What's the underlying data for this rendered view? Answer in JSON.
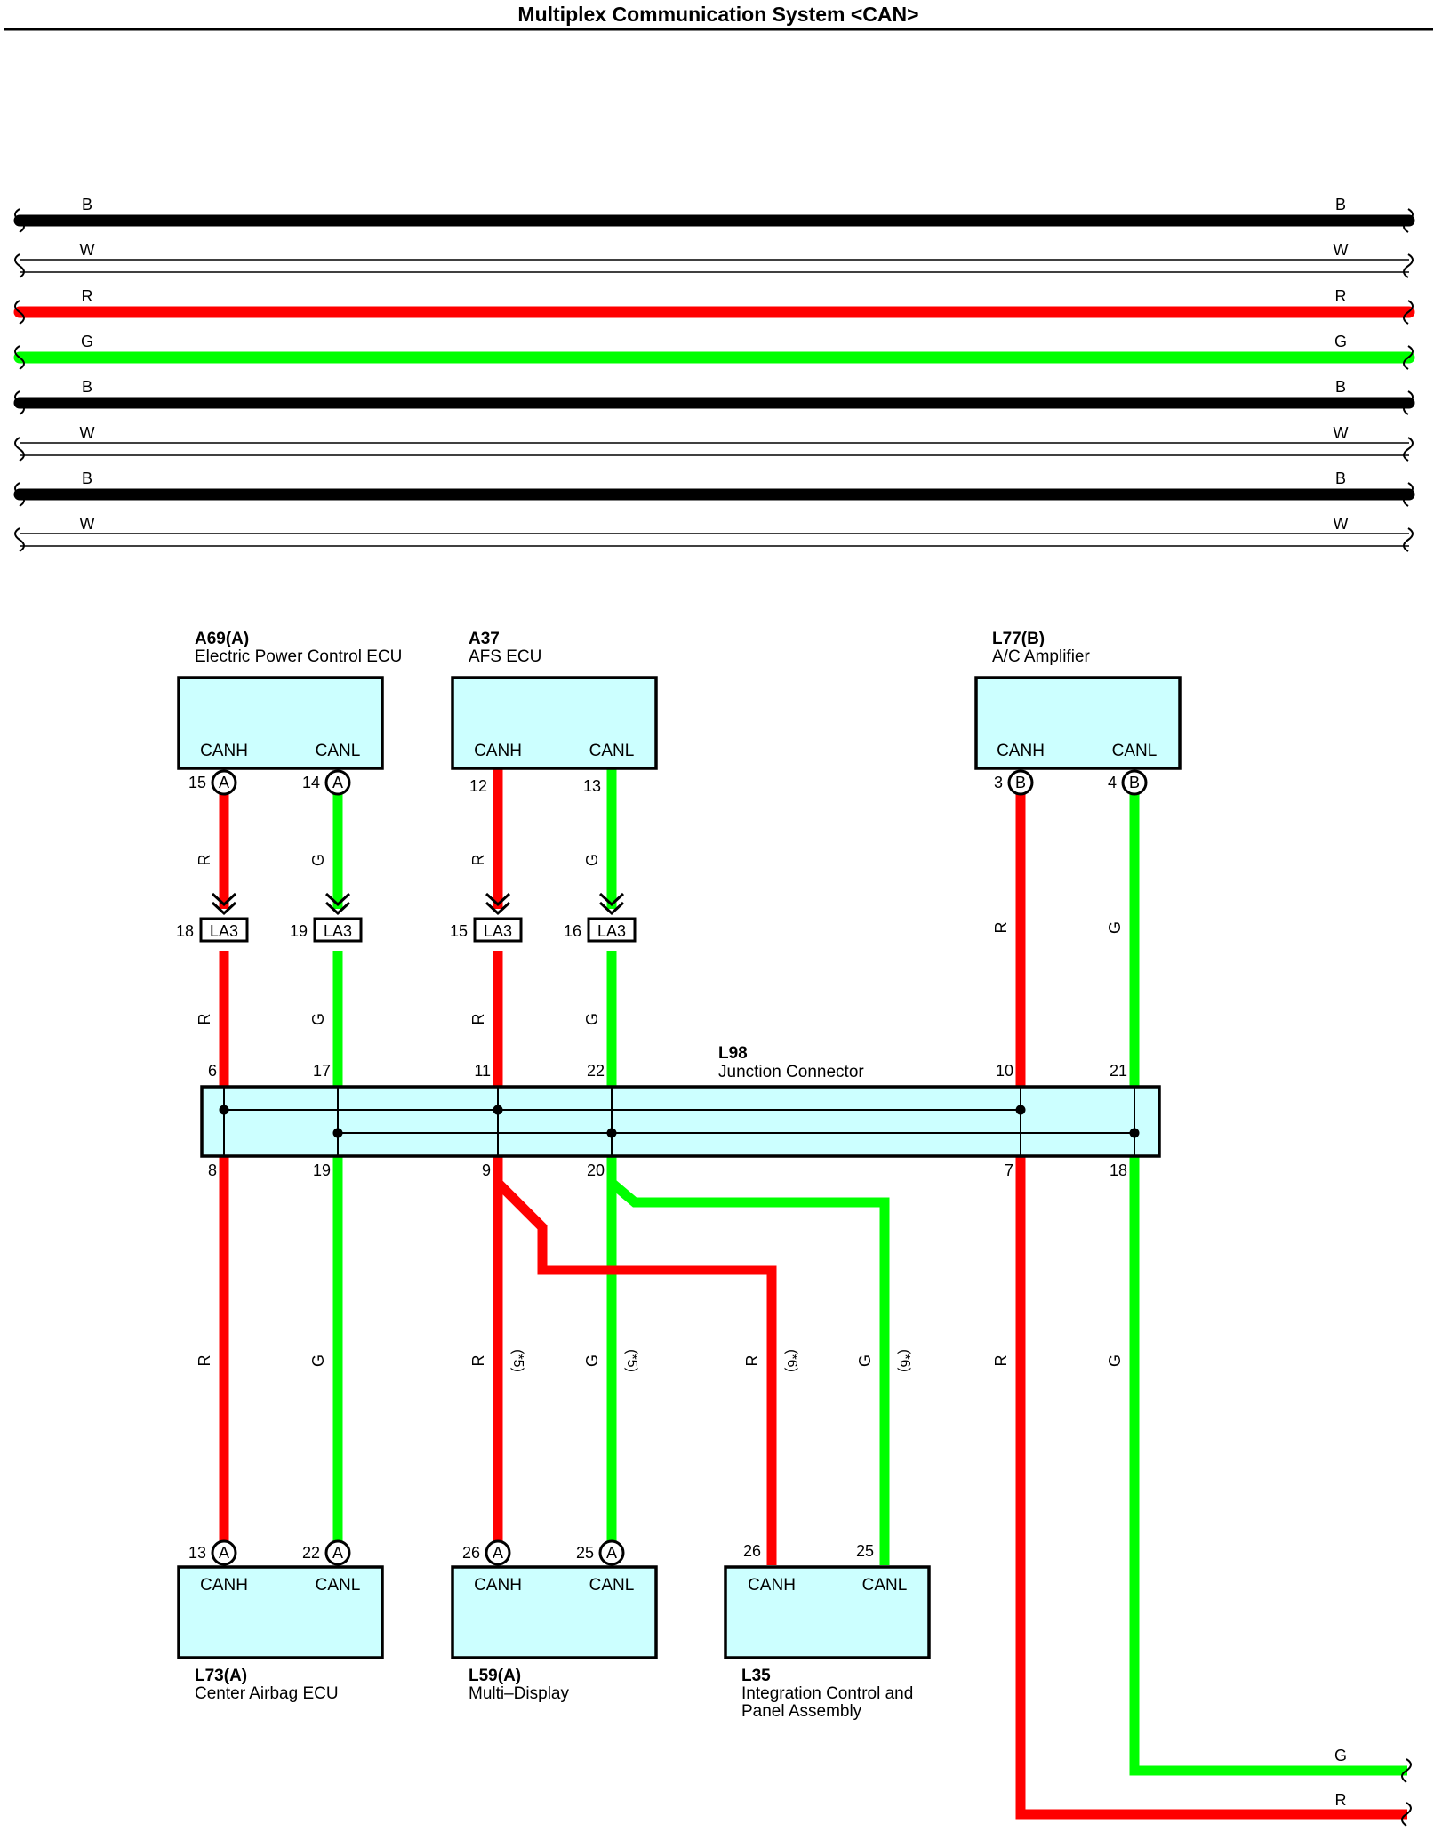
{
  "title": "Multiplex Communication System <CAN>",
  "colors": {
    "R": "#ff0000",
    "G": "#00ff00",
    "B": "#000000",
    "W": "#ffffff",
    "box": "#ccffff"
  },
  "top_wires": [
    "B",
    "W",
    "R",
    "G",
    "B",
    "W",
    "B",
    "W"
  ],
  "components": [
    {
      "id": "a69",
      "code": "A69(A)",
      "name": [
        "Electric Power Control ECU"
      ],
      "terminals": [
        {
          "name": "CANH",
          "pin": "15",
          "mark": "A"
        },
        {
          "name": "CANL",
          "pin": "14",
          "mark": "A"
        }
      ]
    },
    {
      "id": "a37",
      "code": "A37",
      "name": [
        "AFS ECU"
      ],
      "terminals": [
        {
          "name": "CANH",
          "pin": "12",
          "mark": ""
        },
        {
          "name": "CANL",
          "pin": "13",
          "mark": ""
        }
      ]
    },
    {
      "id": "l77",
      "code": "L77(B)",
      "name": [
        "A/C Amplifier"
      ],
      "terminals": [
        {
          "name": "CANH",
          "pin": "3",
          "mark": "B"
        },
        {
          "name": "CANL",
          "pin": "4",
          "mark": "B"
        }
      ]
    },
    {
      "id": "l73",
      "code": "L73(A)",
      "name": [
        "Center Airbag ECU"
      ],
      "terminals": [
        {
          "name": "CANH",
          "pin": "13",
          "mark": "A"
        },
        {
          "name": "CANL",
          "pin": "22",
          "mark": "A"
        }
      ]
    },
    {
      "id": "l59",
      "code": "L59(A)",
      "name": [
        "Multi–Display"
      ],
      "terminals": [
        {
          "name": "CANH",
          "pin": "26",
          "mark": "A"
        },
        {
          "name": "CANL",
          "pin": "25",
          "mark": "A"
        }
      ]
    },
    {
      "id": "l35",
      "code": "L35",
      "name": [
        "Integration Control and",
        "Panel Assembly"
      ],
      "terminals": [
        {
          "name": "CANH",
          "pin": "26",
          "mark": ""
        },
        {
          "name": "CANL",
          "pin": "25",
          "mark": ""
        }
      ]
    }
  ],
  "inline_connectors": [
    {
      "label": "LA3",
      "pin": "18"
    },
    {
      "label": "LA3",
      "pin": "19"
    },
    {
      "label": "LA3",
      "pin": "15"
    },
    {
      "label": "LA3",
      "pin": "16"
    }
  ],
  "junction": {
    "code": "L98",
    "name": "Junction Connector",
    "top_pins": [
      "6",
      "17",
      "11",
      "22",
      "10",
      "21"
    ],
    "bottom_pins": [
      "8",
      "19",
      "9",
      "20",
      "7",
      "18"
    ]
  },
  "notes": [
    "(*5)",
    "(*6)"
  ]
}
